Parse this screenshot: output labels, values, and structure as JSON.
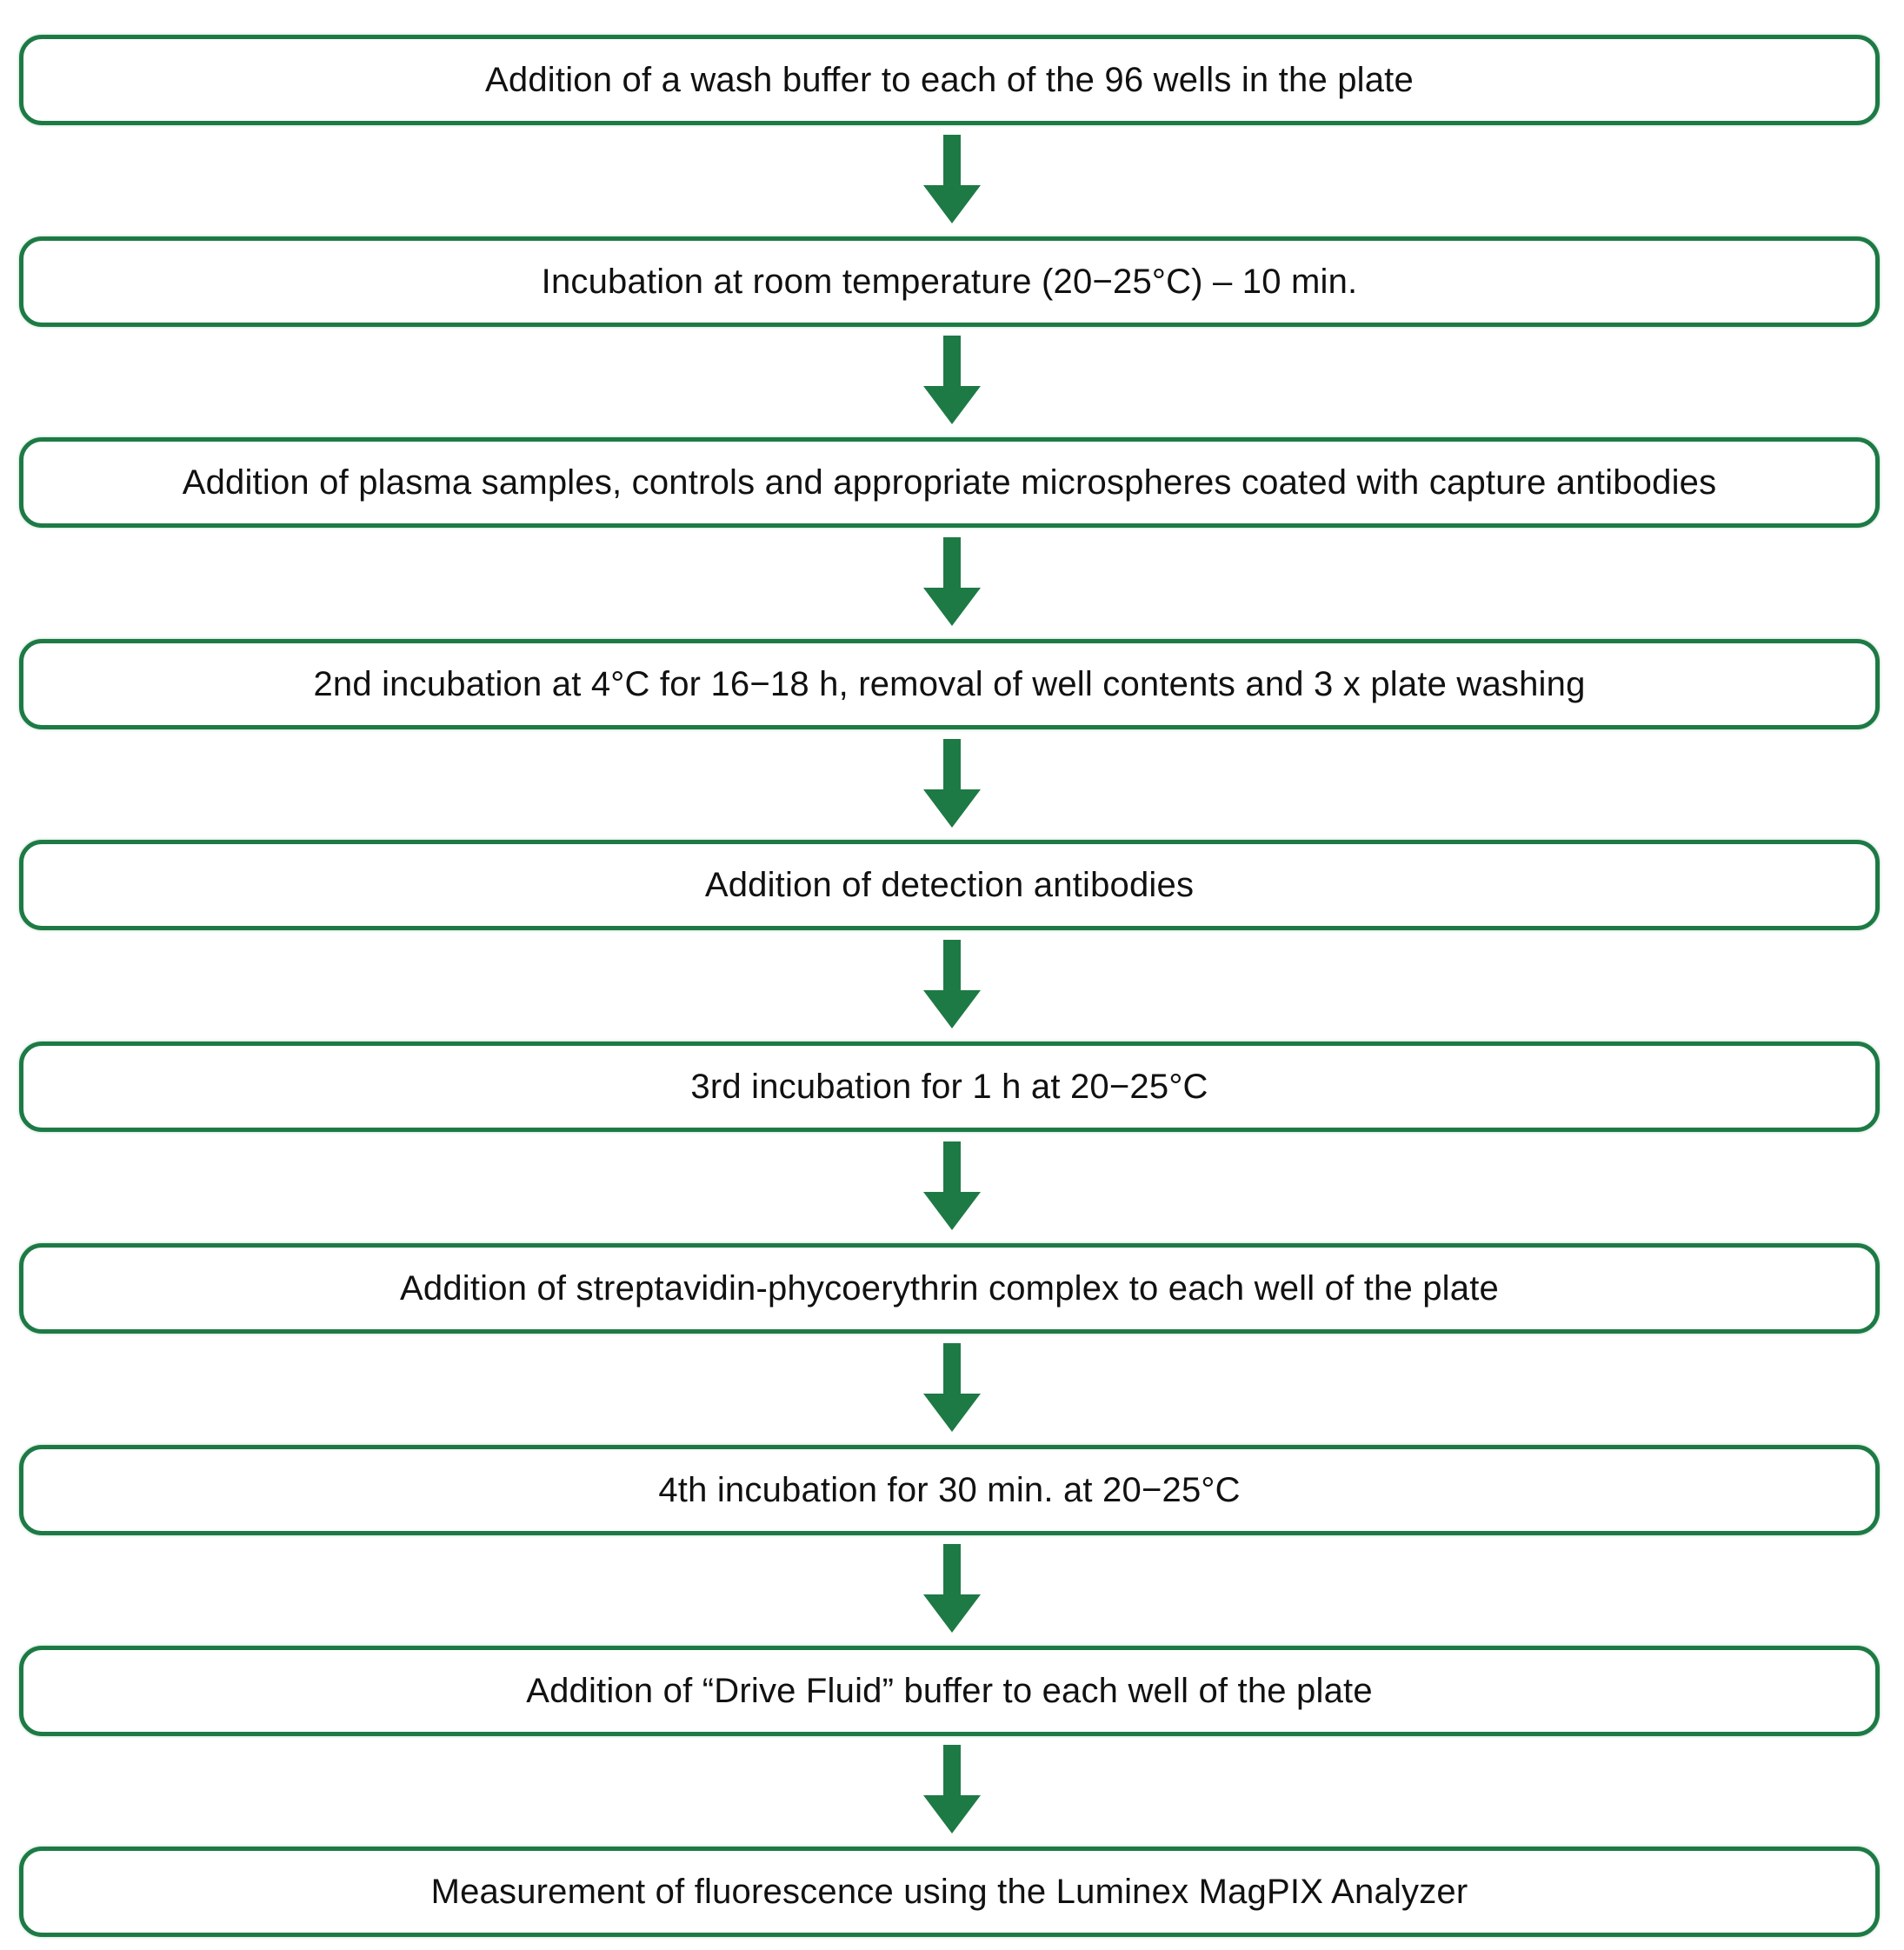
{
  "colors": {
    "accent": "#1d7a45",
    "text": "#111111",
    "background": "#ffffff"
  },
  "steps": [
    {
      "label": "Addition of a wash buffer to each of the 96 wells in the plate"
    },
    {
      "label": "Incubation at room temperature (20−25°C) – 10 min."
    },
    {
      "label": "Addition of plasma samples, controls and appropriate microspheres coated with capture antibodies"
    },
    {
      "label": "2nd incubation at 4°C for 16−18 h, removal of well contents and 3 x plate washing"
    },
    {
      "label": "Addition of detection antibodies"
    },
    {
      "label": "3rd incubation for 1 h at 20−25°C"
    },
    {
      "label": "Addition of streptavidin-phycoerythrin complex to each well of the plate"
    },
    {
      "label": "4th incubation for 30 min. at 20−25°C"
    },
    {
      "label": "Addition of “Drive Fluid” buffer to each well of the plate"
    },
    {
      "label": "Measurement of fluorescence using the Luminex MagPIX Analyzer"
    }
  ]
}
